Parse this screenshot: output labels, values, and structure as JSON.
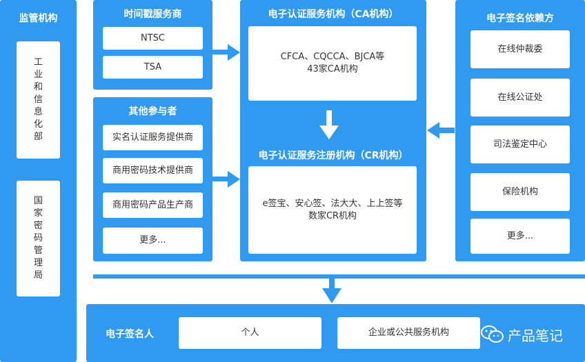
{
  "regulators": {
    "title": "监管机构",
    "items": [
      "工业和信息化部",
      "国家密码管理局"
    ]
  },
  "timestamp": {
    "title": "时间戳服务商",
    "items": [
      "NTSC",
      "TSA"
    ]
  },
  "others": {
    "title": "其他参与者",
    "items": [
      "实名认证服务提供商",
      "商用密码技术提供商",
      "商用密码产品生产商",
      "更多..."
    ]
  },
  "ca": {
    "title": "电子认证服务机构（CA机构）",
    "line1": "CFCA、CQCCA、BJCA等",
    "line2": "43家CA机构"
  },
  "cr": {
    "title": "电子认证服务注册机构（CR机构）",
    "line1": "e签宝、安心签、法大大、上上签等",
    "line2": "数家CR机构"
  },
  "relying": {
    "title": "电子签名依赖方",
    "items": [
      "在线仲裁委",
      "在线公证处",
      "司法鉴定中心",
      "保险机构",
      "更多..."
    ]
  },
  "signer": {
    "title": "电子签名人",
    "items": [
      "个人",
      "企业或公共服务机构"
    ]
  },
  "watermark": {
    "text": "产品笔记",
    "icon": "wechat-icon"
  },
  "colors": {
    "panel": "#2f9af0",
    "box": "#ffffff",
    "text": "#333333"
  }
}
